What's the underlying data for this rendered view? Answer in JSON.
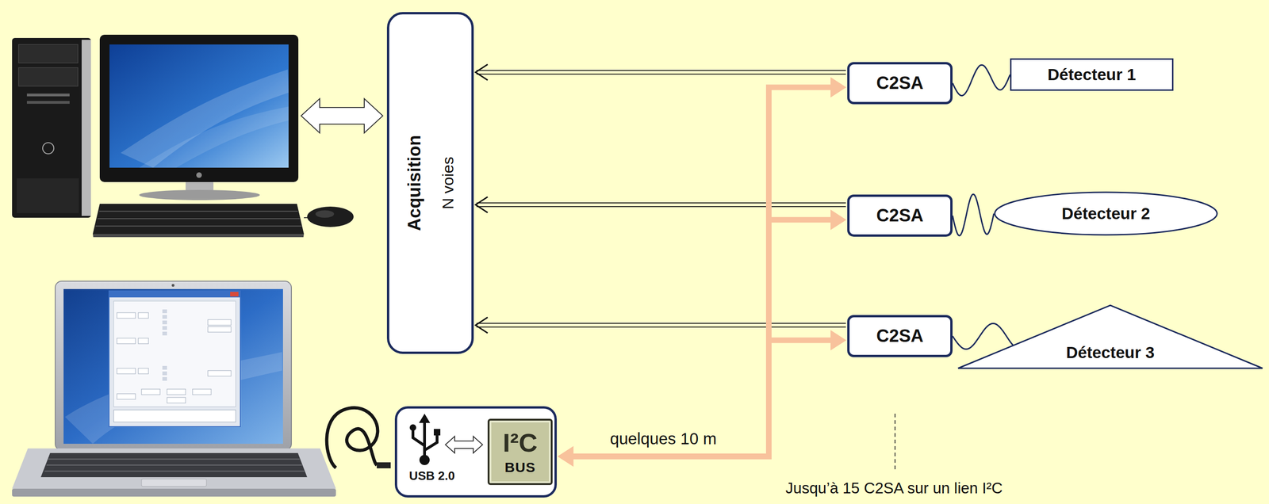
{
  "diagram": {
    "nodes": [
      {
        "text": [
          "Acquisition",
          "N voies"
        ]
      },
      {
        "text": [
          "C2SA"
        ]
      },
      {
        "text": [
          "Détecteur 1"
        ]
      },
      {
        "text": [
          "C2SA"
        ]
      },
      {
        "text": [
          "Détecteur 2"
        ]
      },
      {
        "text": [
          "C2SA"
        ]
      },
      {
        "text": [
          "Détecteur 3"
        ]
      },
      {
        "text": [
          "USB 2.0"
        ]
      },
      {
        "text": [
          "I²C",
          "BUS"
        ],
        "in": 7
      }
    ],
    "edges": [
      {
        "from": 1,
        "to": 0,
        "arrow": "to"
      },
      {
        "from": 3,
        "to": 0,
        "arrow": "to"
      },
      {
        "from": 5,
        "to": 0,
        "arrow": "to"
      },
      {
        "from": 7,
        "to": 1,
        "arrow": "both",
        "label": "quelques 10 m"
      },
      {
        "from": 7,
        "to": 3,
        "arrow": "both"
      },
      {
        "from": 7,
        "to": 5,
        "arrow": "both"
      },
      {
        "from": 1,
        "to": 2,
        "arrow": "none"
      },
      {
        "from": 3,
        "to": 4,
        "arrow": "none"
      },
      {
        "from": 5,
        "to": 6,
        "arrow": "none"
      }
    ],
    "labels": [
      "Jusqu’à 15 C2SA sur un lien I²C"
    ]
  }
}
